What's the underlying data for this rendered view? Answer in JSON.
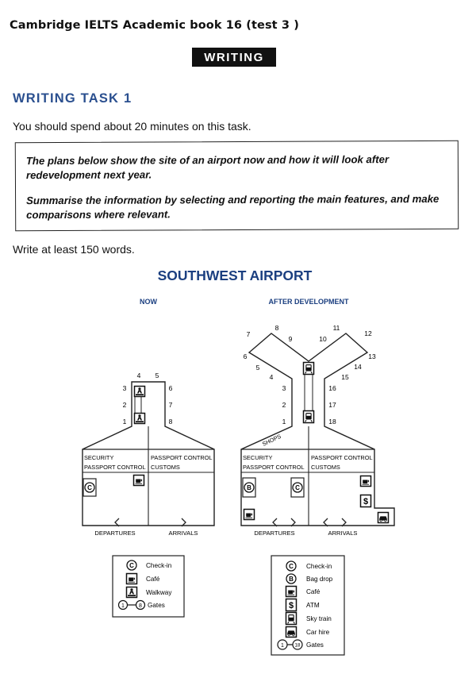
{
  "book_title": "Cambridge IELTS Academic book 16 (test 3 )",
  "badge": "WRITING",
  "task_heading": "WRITING TASK 1",
  "instruction_time": "You should spend about 20 minutes on this task.",
  "task_box": {
    "line1": "The plans below show the site of an airport now and how it will look after redevelopment next year.",
    "line2": "Summarise the information by selecting and reporting the main features, and make comparisons where relevant."
  },
  "instruction_words": "Write at least 150 words.",
  "diagram": {
    "title": "SOUTHWEST AIRPORT",
    "now": {
      "label": "NOW",
      "gates": [
        "1",
        "2",
        "3",
        "4",
        "5",
        "6",
        "7",
        "8"
      ],
      "security": "SECURITY",
      "passport_left": "PASSPORT CONTROL",
      "passport_right": "PASSPORT CONTROL",
      "customs": "CUSTOMS",
      "departures": "DEPARTURES",
      "arrivals": "ARRIVALS"
    },
    "after": {
      "label": "AFTER DEVELOPMENT",
      "gates": [
        "1",
        "2",
        "3",
        "4",
        "5",
        "6",
        "7",
        "8",
        "9",
        "10",
        "11",
        "12",
        "13",
        "14",
        "15",
        "16",
        "17",
        "18"
      ],
      "shops": "SHOPS",
      "security": "SECURITY",
      "passport_left": "PASSPORT CONTROL",
      "passport_right": "PASSPORT CONTROL",
      "customs": "CUSTOMS",
      "departures": "DEPARTURES",
      "arrivals": "ARRIVALS"
    },
    "legend_now": {
      "checkin": "Check-in",
      "cafe": "Café",
      "walkway": "Walkway",
      "gates": "Gates",
      "gates_icon_start": "1",
      "gates_icon_end": "8"
    },
    "legend_after": {
      "checkin": "Check-in",
      "bagdrop": "Bag drop",
      "cafe": "Café",
      "atm": "ATM",
      "skytrain": "Sky train",
      "carhire": "Car hire",
      "gates": "Gates",
      "gates_icon_start": "1",
      "gates_icon_end": "18"
    },
    "icon_letters": {
      "checkin": "C",
      "bagdrop": "B",
      "atm": "$"
    }
  }
}
